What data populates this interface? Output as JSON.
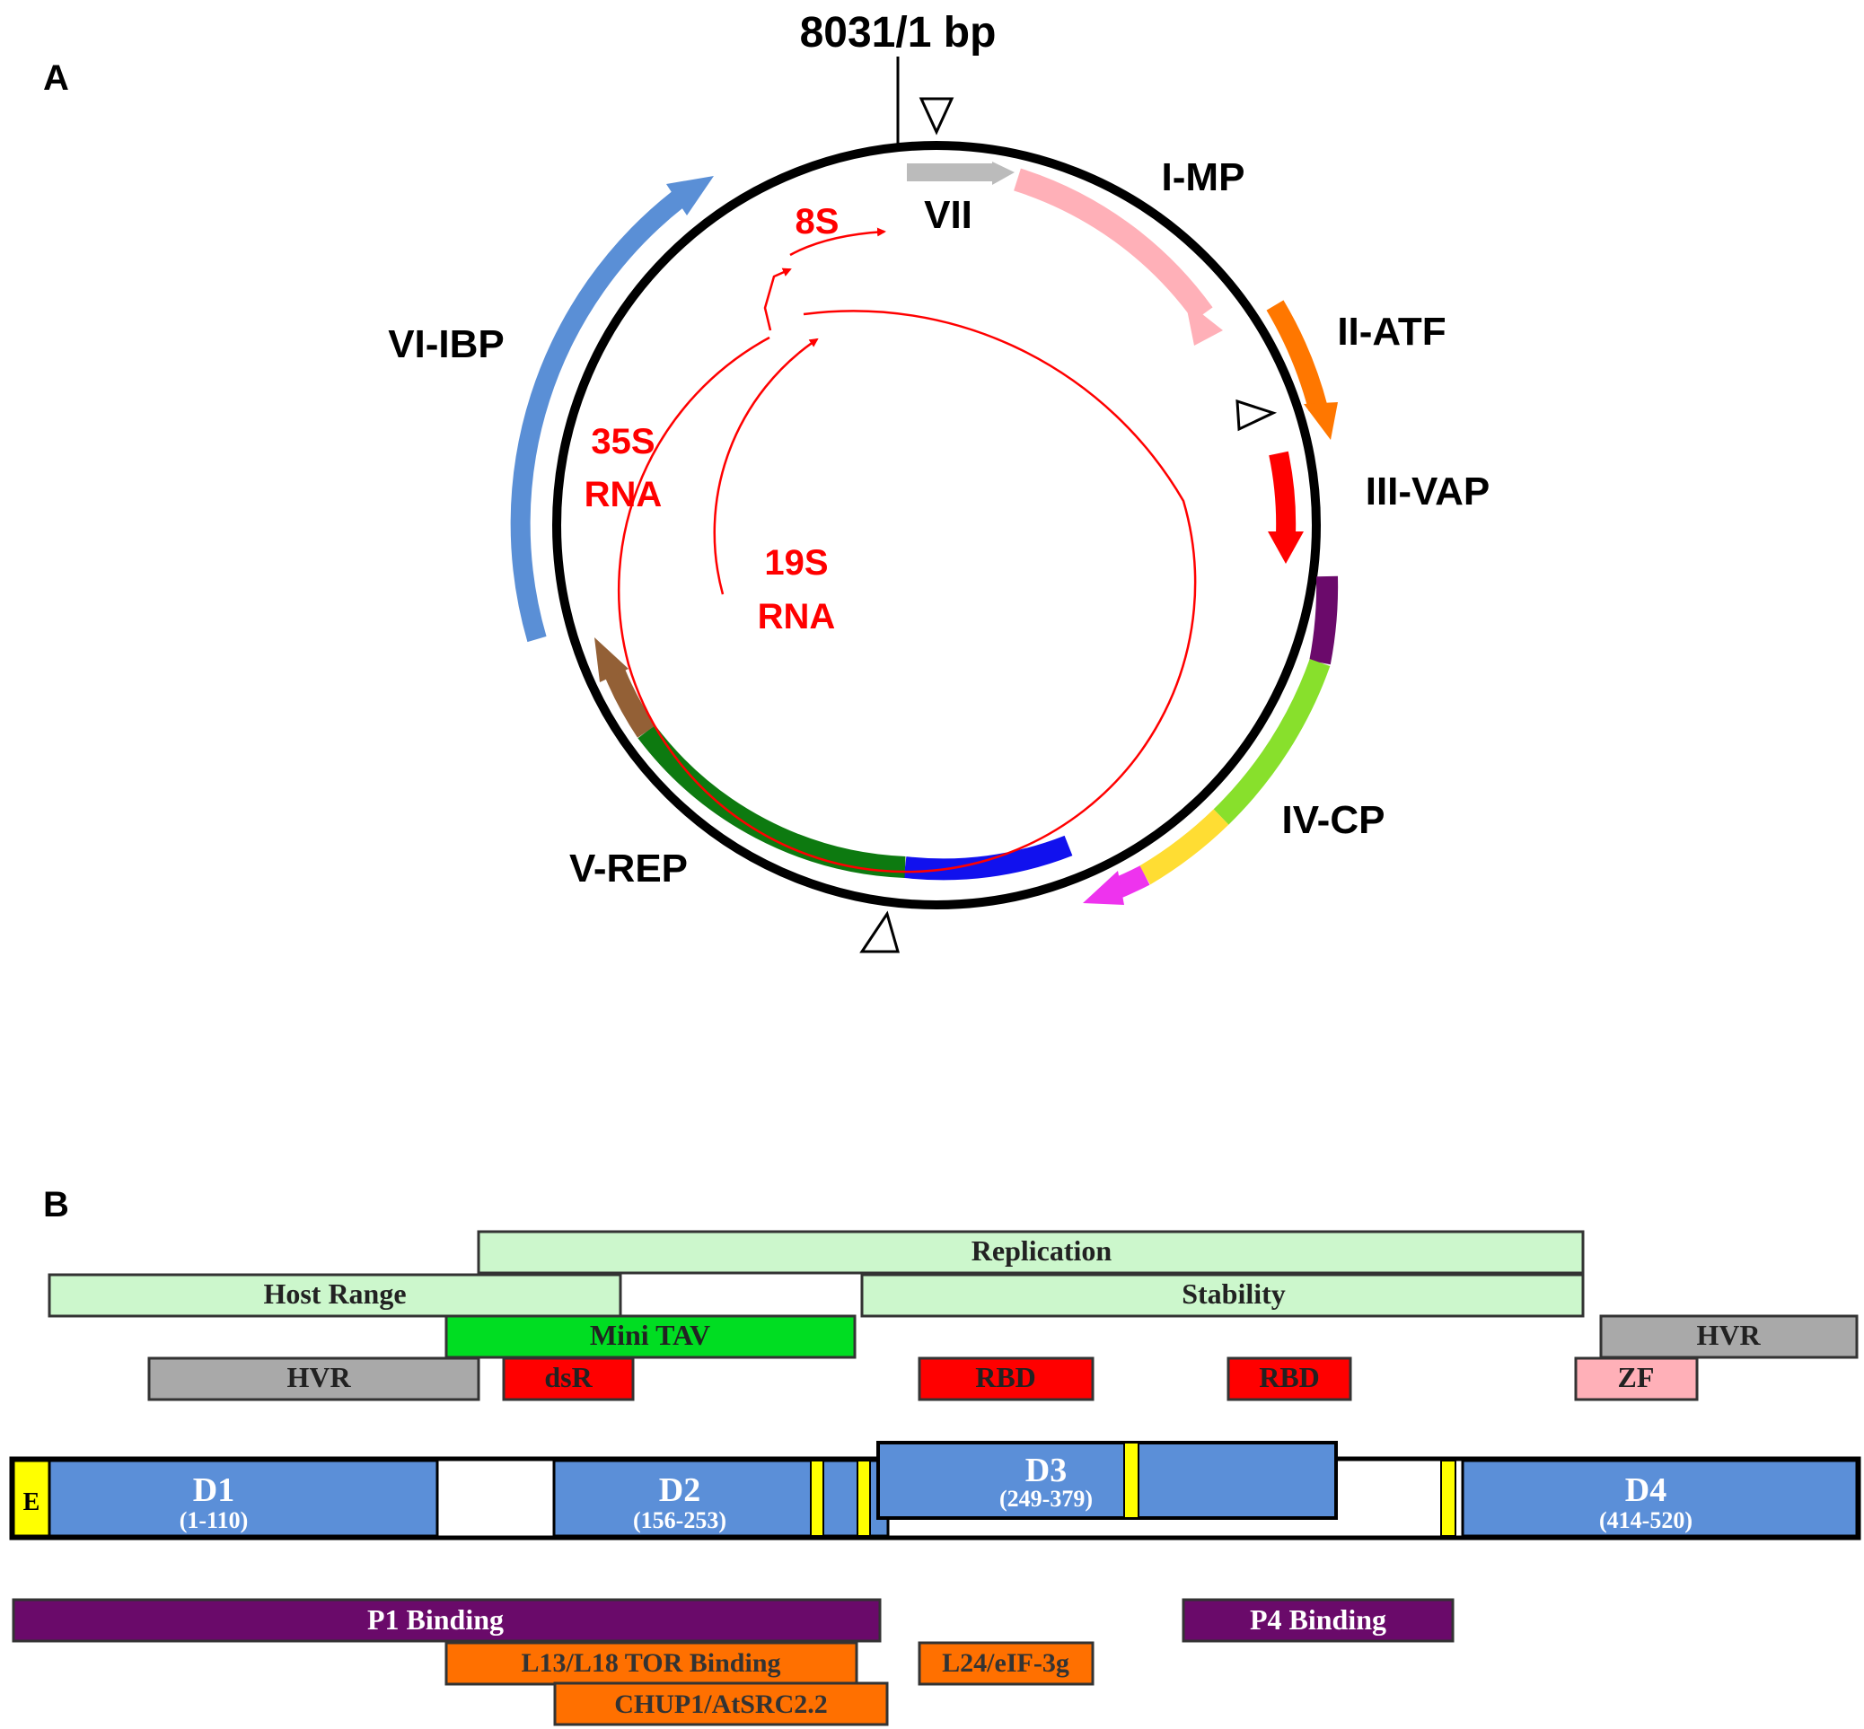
{
  "panel_a": {
    "panel_label": "A",
    "origin_label": "8031/1 bp",
    "genes": {
      "vii": "VII",
      "i_mp": "I-MP",
      "ii_atf": "II-ATF",
      "iii_vap": "III-VAP",
      "iv_cp": "IV-CP",
      "v_rep": "V-REP",
      "vi_ibp": "VI-IBP"
    },
    "rna": {
      "s8": "8S",
      "s35_line1": "35S",
      "s35_line2": "RNA",
      "s19_line1": "19S",
      "s19_line2": "RNA"
    },
    "colors": {
      "vii": "#bbbbbb",
      "i_mp": "#ffb0b8",
      "ii_atf": "#ff7700",
      "iii_vap": "#ff0000",
      "iv_cp_a": "#6b0a6b",
      "iv_cp_b": "#88e02c",
      "iv_cp_c": "#ffdd33",
      "iv_cp_d": "#ee33ee",
      "v_rep_a": "#1111ee",
      "v_rep_b": "#0d7a10",
      "v_rep_c": "#936036",
      "vi_ibp": "#5a8fd6",
      "rna": "#ff0000"
    }
  },
  "panel_b": {
    "panel_label": "B",
    "bars": {
      "replication": "Replication",
      "host_range": "Host Range",
      "stability": "Stability",
      "mini_tav": "Mini TAV",
      "hvr_right": "HVR",
      "hvr_left": "HVR",
      "dsr": "dsR",
      "rbd1": "RBD",
      "rbd2": "RBD",
      "zf": "ZF",
      "p1_binding": "P1 Binding",
      "p4_binding": "P4 Binding",
      "l13_tor": "L13/L18 TOR Binding",
      "l24": "L24/eIF-3g",
      "chup1": "CHUP1/AtSRC2.2"
    },
    "domains": {
      "e": "E",
      "d1": "D1",
      "d1_range": "(1-110)",
      "d2": "D2",
      "d2_range": "(156-253)",
      "d3": "D3",
      "d3_range": "(249-379)",
      "d4": "D4",
      "d4_range": "(414-520)"
    },
    "colors": {
      "light_green": "#ccf7cc",
      "mini_tav": "#00dd22",
      "hvr": "#a9a9a9",
      "red_box": "#ff0000",
      "zf": "#ffb0b8",
      "domain_blue": "#5b8fd8",
      "yellow": "#ffff00",
      "purple": "#6a0a6a",
      "orange": "#ff7000"
    }
  }
}
